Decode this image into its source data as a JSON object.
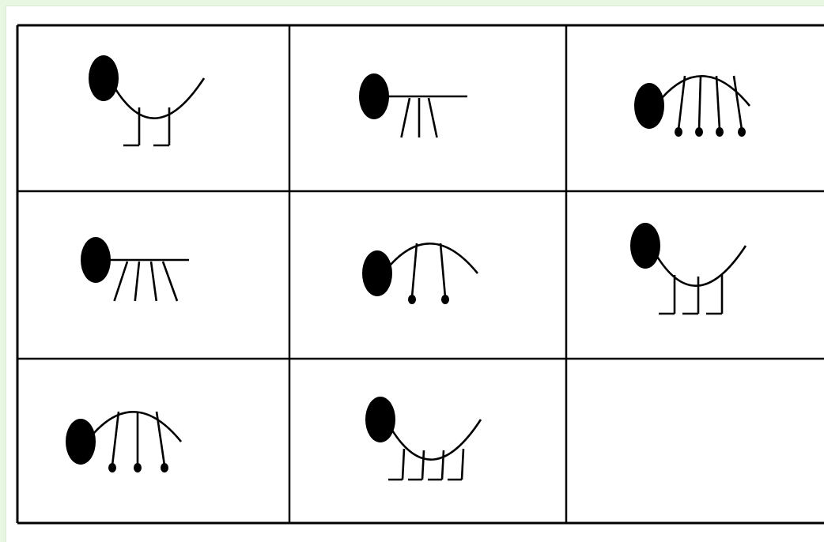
{
  "colors": {
    "page_background": "#e8f7e2",
    "sheet": "#ffffff",
    "ink": "#000000"
  },
  "puzzle": {
    "rows": 3,
    "columns": 3,
    "cells": [
      {
        "figure": "curved-back-creature",
        "legs": 2,
        "leg_style": "feet",
        "back": "curved-dip"
      },
      {
        "figure": "flat-back-creature",
        "legs": 3,
        "leg_style": "splayed-lines",
        "back": "flat"
      },
      {
        "figure": "arched-back-creature",
        "legs": 4,
        "leg_style": "hanging-dots",
        "back": "arch"
      },
      {
        "figure": "flat-back-creature",
        "legs": 4,
        "leg_style": "splayed-lines",
        "back": "flat"
      },
      {
        "figure": "arched-back-creature",
        "legs": 2,
        "leg_style": "hanging-dots",
        "back": "arch"
      },
      {
        "figure": "curved-back-creature",
        "legs": 3,
        "leg_style": "feet",
        "back": "curved-dip"
      },
      {
        "figure": "arched-back-creature",
        "legs": 3,
        "leg_style": "hanging-dots",
        "back": "arch"
      },
      {
        "figure": "curved-back-creature",
        "legs": 4,
        "leg_style": "feet",
        "back": "curved-dip"
      },
      {
        "figure": "empty",
        "legs": 0,
        "leg_style": "none",
        "back": "none"
      }
    ]
  }
}
